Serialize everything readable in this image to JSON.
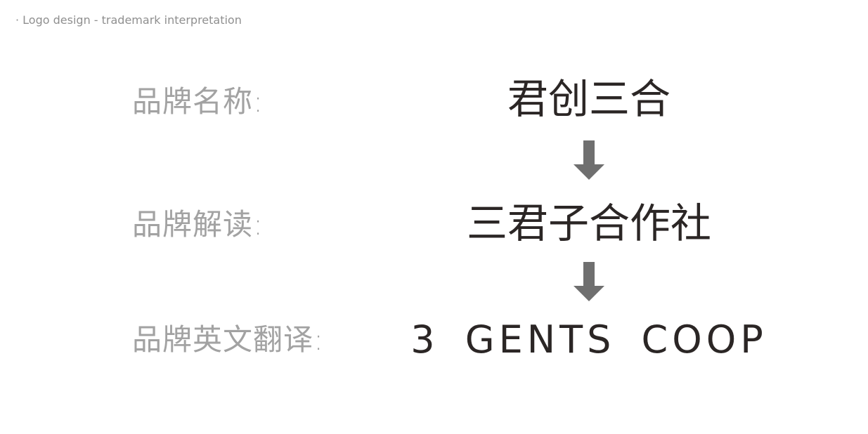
{
  "header": {
    "caption": "· Logo design - trademark interpretation"
  },
  "rows": [
    {
      "label": "品牌名称:",
      "value": "君创三合"
    },
    {
      "label": "品牌解读:",
      "value": "三君子合作社"
    },
    {
      "label": "品牌英文翻译:",
      "value": "3 GENTS COOP"
    }
  ],
  "icons": {
    "arrow_1": "arrow-down-icon",
    "arrow_2": "arrow-down-icon"
  },
  "colors": {
    "label": "#a2a2a2",
    "value": "#2b2625",
    "arrow": "#6f6f6f",
    "caption": "#8f8f8f"
  }
}
